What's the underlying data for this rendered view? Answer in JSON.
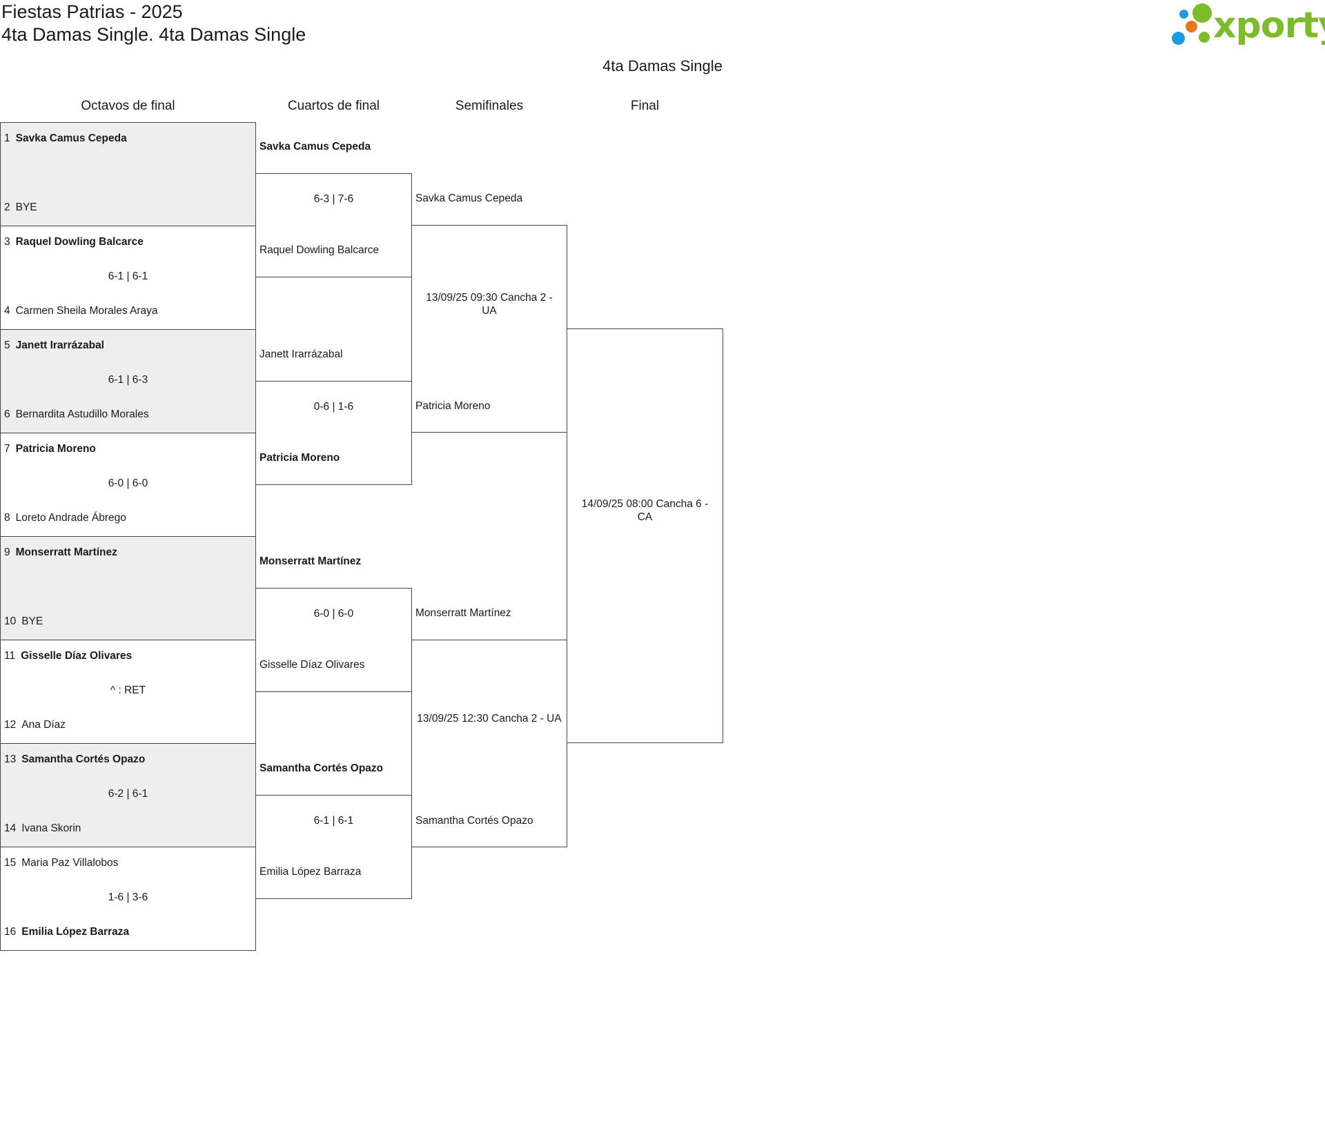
{
  "header": {
    "tournament": "Fiestas Patrias - 2025",
    "category": "4ta Damas Single. 4ta Damas Single",
    "logo_text": "xporty",
    "bracket_title": "4ta Damas Single"
  },
  "colors": {
    "logo_green": "#7cbc2a",
    "logo_blue": "#1e9be0",
    "logo_orange": "#e8761d",
    "shaded_row": "#eeeeee",
    "border": "#444444"
  },
  "rounds": [
    "Octavos de final",
    "Cuartos de final",
    "Semifinales",
    "Final"
  ],
  "octavos": [
    {
      "p1": {
        "seed": "1",
        "name": "Savka Camus Cepeda",
        "winner": true
      },
      "p2": {
        "seed": "2",
        "name": "BYE",
        "winner": false
      },
      "score": ""
    },
    {
      "p1": {
        "seed": "3",
        "name": "Raquel Dowling Balcarce",
        "winner": true
      },
      "p2": {
        "seed": "4",
        "name": "Carmen Sheila Morales Araya",
        "winner": false
      },
      "score": "6-1 | 6-1"
    },
    {
      "p1": {
        "seed": "5",
        "name": "Janett Irarrázabal",
        "winner": true
      },
      "p2": {
        "seed": "6",
        "name": "Bernardita Astudillo Morales",
        "winner": false
      },
      "score": "6-1 | 6-3"
    },
    {
      "p1": {
        "seed": "7",
        "name": "Patricia Moreno",
        "winner": true
      },
      "p2": {
        "seed": "8",
        "name": "Loreto Andrade Ábrego",
        "winner": false
      },
      "score": "6-0 | 6-0"
    },
    {
      "p1": {
        "seed": "9",
        "name": "Monserratt Martínez",
        "winner": true
      },
      "p2": {
        "seed": "10",
        "name": "BYE",
        "winner": false
      },
      "score": ""
    },
    {
      "p1": {
        "seed": "11",
        "name": "Gisselle Díaz Olivares",
        "winner": true
      },
      "p2": {
        "seed": "12",
        "name": "Ana Díaz",
        "winner": false
      },
      "score": "^ : RET"
    },
    {
      "p1": {
        "seed": "13",
        "name": "Samantha Cortés Opazo",
        "winner": true
      },
      "p2": {
        "seed": "14",
        "name": "Ivana Skorin",
        "winner": false
      },
      "score": "6-2 | 6-1"
    },
    {
      "p1": {
        "seed": "15",
        "name": "Maria Paz Villalobos",
        "winner": false
      },
      "p2": {
        "seed": "16",
        "name": "Emilia López Barraza",
        "winner": true
      },
      "score": "1-6 | 3-6"
    }
  ],
  "cuartos": [
    {
      "p1": {
        "name": "Savka Camus Cepeda",
        "winner": true
      },
      "p2": {
        "name": "Raquel Dowling Balcarce",
        "winner": false
      },
      "score": "6-3 | 7-6"
    },
    {
      "p1": {
        "name": "Janett Irarrázabal",
        "winner": false
      },
      "p2": {
        "name": "Patricia Moreno",
        "winner": true
      },
      "score": "0-6 | 1-6"
    },
    {
      "p1": {
        "name": "Monserratt Martínez",
        "winner": true
      },
      "p2": {
        "name": "Gisselle Díaz Olivares",
        "winner": false
      },
      "score": "6-0 | 6-0"
    },
    {
      "p1": {
        "name": "Samantha Cortés Opazo",
        "winner": true
      },
      "p2": {
        "name": "Emilia López Barraza",
        "winner": false
      },
      "score": "6-1 | 6-1"
    }
  ],
  "semis": [
    {
      "p1": {
        "name": "Savka Camus Cepeda"
      },
      "p2": {
        "name": "Patricia Moreno"
      },
      "info": "13/09/25 09:30 Cancha 2 - UA"
    },
    {
      "p1": {
        "name": "Monserratt Martínez"
      },
      "p2": {
        "name": "Samantha Cortés Opazo"
      },
      "info": "13/09/25 12:30 Cancha 2 - UA"
    }
  ],
  "final": {
    "info": "14/09/25 08:00 Cancha 6 - CA"
  }
}
